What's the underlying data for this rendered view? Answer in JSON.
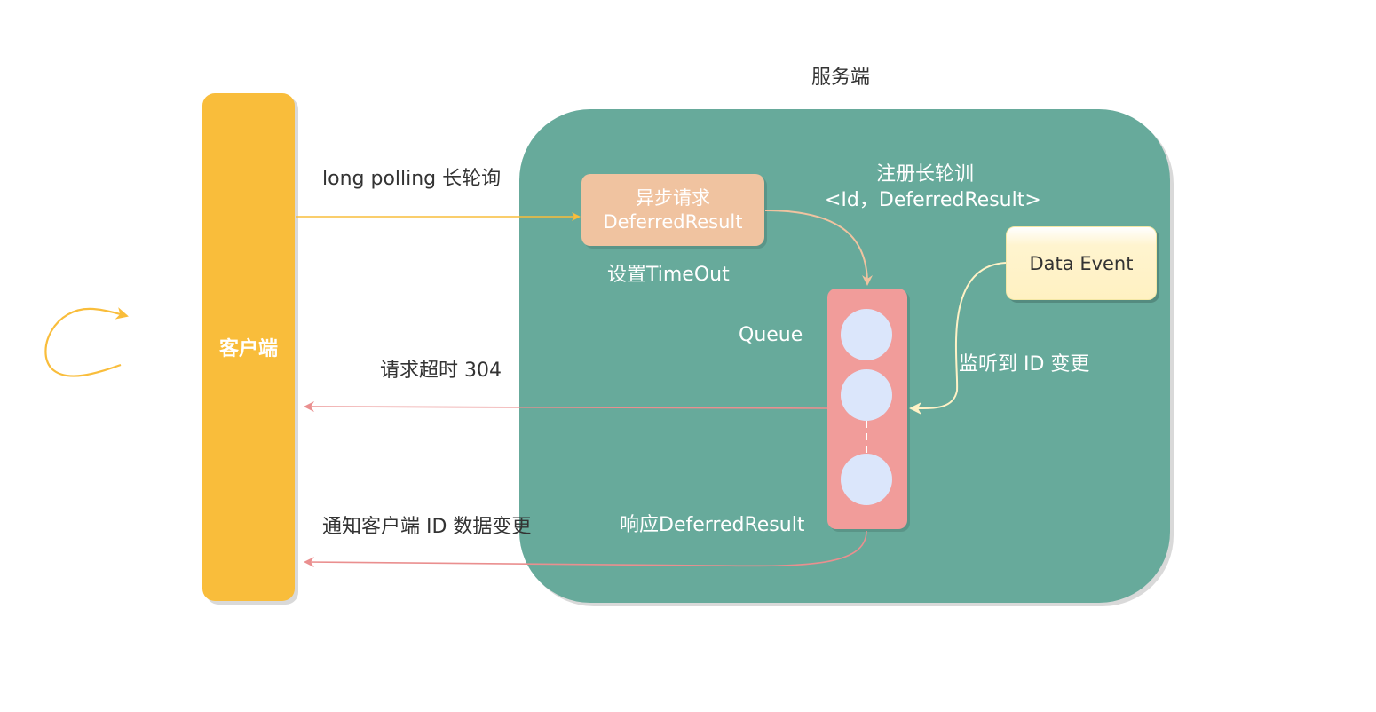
{
  "client": {
    "label": "客户端"
  },
  "server": {
    "title": "服务端",
    "async_request": {
      "line1": "异步请求",
      "line2": "DeferredResult"
    },
    "set_timeout": "设置TimeOut",
    "register": {
      "line1": "注册长轮训",
      "line2": "<Id，DeferredResult>"
    },
    "data_event": "Data Event",
    "queue_label": "Queue",
    "listen": "监听到 ID 变更",
    "respond": "响应DeferredResult"
  },
  "flows": {
    "long_polling": "long polling 长轮询",
    "timeout_304": "请求超时 304",
    "notify_change": "通知客户端 ID 数据变更"
  },
  "colors": {
    "client": "#f9bd3b",
    "server": "#67aa9b",
    "async_box": "#f0c3a0",
    "queue": "#f19c9a",
    "queue_slot": "#dbe6fb",
    "event_box": "#fff2c6",
    "arrow_request": "#f9bd3b",
    "arrow_response": "#ea8f8f",
    "arrow_register": "#f0c3a0",
    "arrow_event": "#fff2c6"
  }
}
